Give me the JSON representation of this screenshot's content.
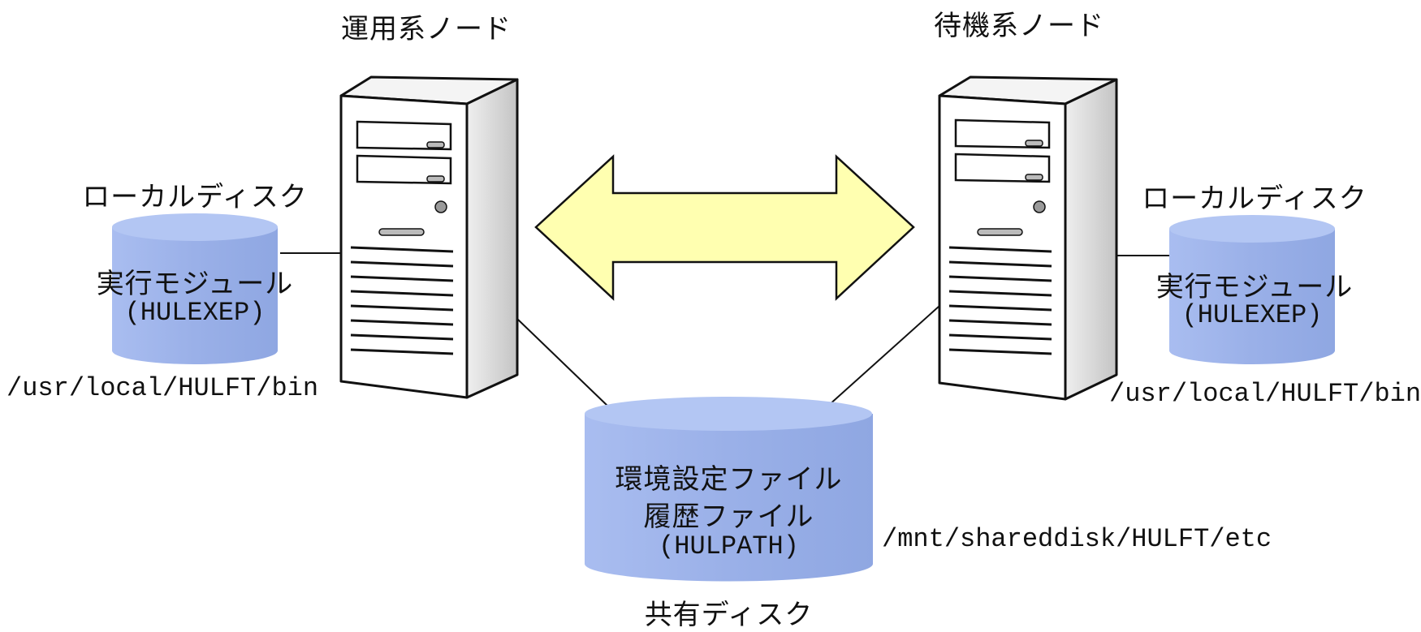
{
  "primary_node": {
    "title": "運用系ノード",
    "local_disk": {
      "label": "ローカルディスク",
      "content_line1": "実行モジュール",
      "content_line2": "(HULEXEP)",
      "path": "/usr/local/HULFT/bin"
    }
  },
  "standby_node": {
    "title": "待機系ノード",
    "local_disk": {
      "label": "ローカルディスク",
      "content_line1": "実行モジュール",
      "content_line2": "(HULEXEP)",
      "path": "/usr/local/HULFT/bin"
    }
  },
  "shared_disk": {
    "label": "共有ディスク",
    "content_line1": "環境設定ファイル",
    "content_line2": "履歴ファイル",
    "content_line3": "(HULPATH)",
    "path": "/mnt/shareddisk/HULFT/etc"
  },
  "colors": {
    "disk_fill": "#9fb4ea",
    "disk_top": "#b3c6f3",
    "arrow_fill": "#ffffb0",
    "server_face": "#ffffff",
    "server_side": "#d8d8d8",
    "stroke": "#111111"
  }
}
